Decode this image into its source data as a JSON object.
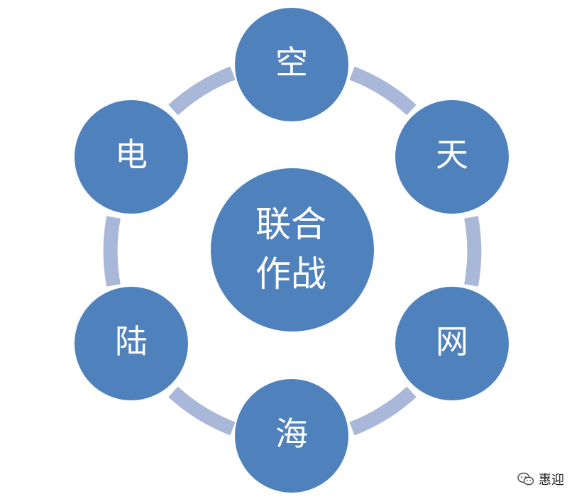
{
  "diagram": {
    "center": {
      "line1": "联合",
      "line2": "作战"
    },
    "nodes": [
      {
        "id": "kong",
        "label": "空"
      },
      {
        "id": "tian",
        "label": "天"
      },
      {
        "id": "wang",
        "label": "网"
      },
      {
        "id": "hai",
        "label": "海"
      },
      {
        "id": "lu",
        "label": "陆"
      },
      {
        "id": "dian",
        "label": "电"
      }
    ],
    "colors": {
      "node_fill": "#4f81bd",
      "ring_arc": "#a9b8d9",
      "text": "#ffffff"
    }
  },
  "watermark": {
    "icon": "wechat-icon",
    "text": "惠迎"
  }
}
